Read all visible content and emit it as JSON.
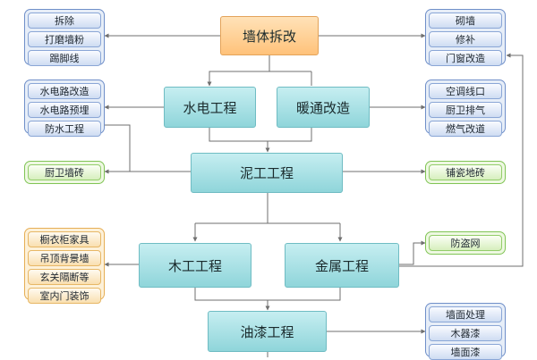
{
  "nodes": {
    "demolition": "墙体拆改",
    "plumbing_electrical": "水电工程",
    "hvac": "暖通改造",
    "masonry": "泥工工程",
    "carpentry": "木工工程",
    "metal": "金属工程",
    "painting": "油漆工程"
  },
  "groups": {
    "demolition_left": [
      "拆除",
      "打磨墙粉",
      "踢脚线"
    ],
    "demolition_right": [
      "砌墙",
      "修补",
      "门窗改造"
    ],
    "plumbing_left": [
      "水电路改造",
      "水电路预埋",
      "防水工程"
    ],
    "hvac_right": [
      "空调线口",
      "厨卫排气",
      "燃气改道"
    ],
    "masonry_left": [
      "厨卫墙砖"
    ],
    "masonry_right": [
      "铺瓷地砖"
    ],
    "carpentry_left": [
      "橱衣柜家具",
      "吊顶背景墙",
      "玄关隔断等",
      "室内门装饰"
    ],
    "metal_right": [
      "防盗网"
    ],
    "painting_right": [
      "墙面处理",
      "木器漆",
      "墙面漆"
    ]
  },
  "colors": {
    "main_teal": "#8fd5da",
    "main_orange": "#ffc27a",
    "group_blue": "#6f8fc9",
    "group_green": "#80c455",
    "group_orange": "#e6ae55",
    "connector": "#6f6f6f"
  }
}
